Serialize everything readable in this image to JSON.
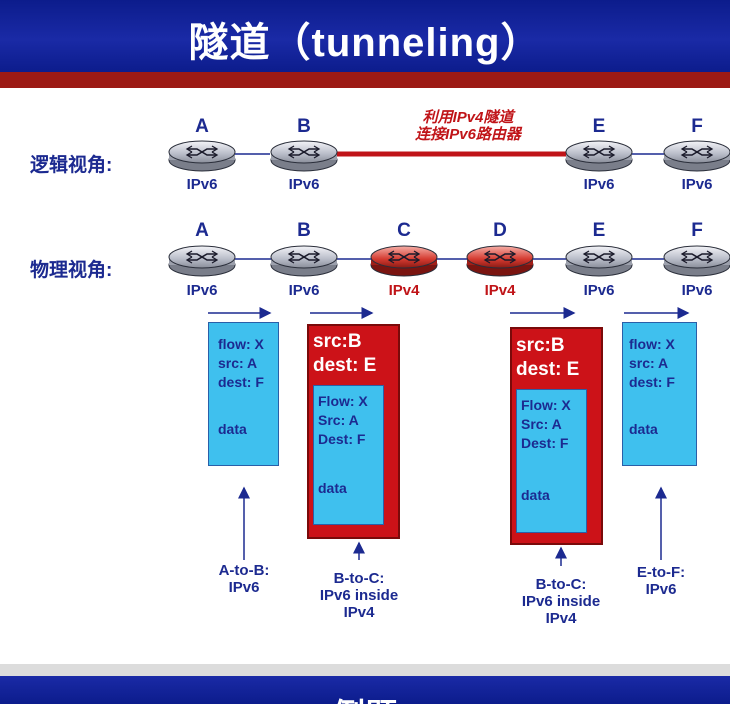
{
  "slide": {
    "title": "隧道（tunneling）",
    "next_title": "例题"
  },
  "logical": {
    "label": "逻辑视角:",
    "tunnel_note": [
      "利用IPv4隧道",
      "连接IPv6路由器"
    ],
    "nodes": [
      {
        "name": "A",
        "ip": "IPv6"
      },
      {
        "name": "B",
        "ip": "IPv6"
      },
      {
        "name": "E",
        "ip": "IPv6"
      },
      {
        "name": "F",
        "ip": "IPv6"
      }
    ]
  },
  "physical": {
    "label": "物理视角:",
    "nodes": [
      {
        "name": "A",
        "ip": "IPv6"
      },
      {
        "name": "B",
        "ip": "IPv6"
      },
      {
        "name": "C",
        "ip": "IPv4"
      },
      {
        "name": "D",
        "ip": "IPv4"
      },
      {
        "name": "E",
        "ip": "IPv6"
      },
      {
        "name": "F",
        "ip": "IPv6"
      }
    ]
  },
  "packets": [
    {
      "fields": [
        "flow: X",
        "src: A",
        "dest: F"
      ],
      "data": "data",
      "caption": [
        "A-to-B:",
        "IPv6"
      ]
    },
    {
      "outer": [
        "src:B",
        "dest: E"
      ],
      "fields": [
        "Flow: X",
        "Src: A",
        "Dest: F"
      ],
      "data": "data",
      "caption": [
        "B-to-C:",
        "IPv6 inside",
        "IPv4"
      ]
    },
    {
      "outer": [
        "src:B",
        "dest: E"
      ],
      "fields": [
        "Flow: X",
        "Src: A",
        "Dest: F"
      ],
      "data": "data",
      "caption": [
        "B-to-C:",
        "IPv6 inside",
        "IPv4"
      ]
    },
    {
      "fields": [
        "flow: X",
        "src: A",
        "dest: F"
      ],
      "data": "data",
      "caption": [
        "E-to-F:",
        "IPv6"
      ]
    }
  ],
  "colors": {
    "header_blue": "#1a2aa6",
    "accent_red": "#c01418",
    "packet_blue": "#3fc0ee",
    "text_navy": "#1c2a90"
  }
}
